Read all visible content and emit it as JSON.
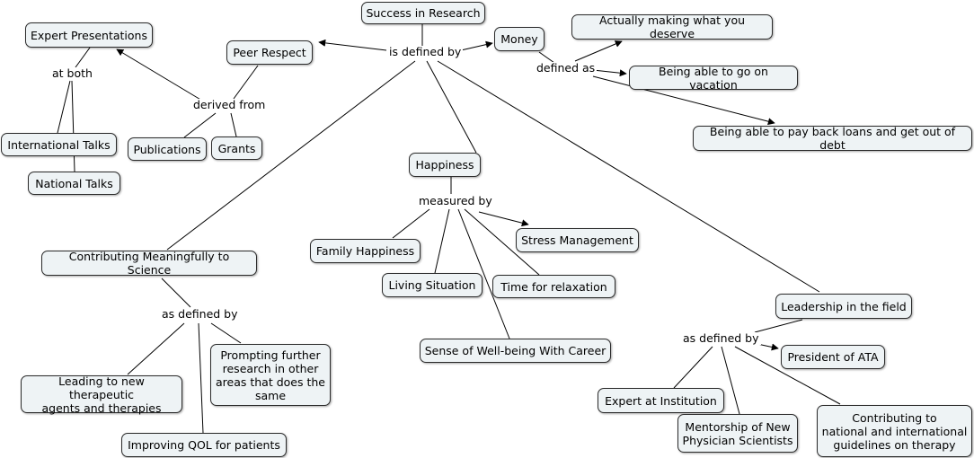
{
  "map": {
    "nodes": {
      "success": "Success in Research",
      "peer_respect": "Peer Respect",
      "money": "Money",
      "expert_presentations": "Expert Presentations",
      "international_talks": "International Talks",
      "national_talks": "National Talks",
      "publications": "Publications",
      "grants": "Grants",
      "actually_making": "Actually making what you deserve",
      "vacation": "Being able to go on vacation",
      "pay_back_loans": "Being able to pay back loans and get out of debt",
      "happiness": "Happiness",
      "family_happiness": "Family Happiness",
      "stress_management": "Stress Management",
      "living_situation": "Living Situation",
      "time_relaxation": "Time for relaxation",
      "well_being": "Sense of Well-being With Career",
      "contributing_science": "Contributing Meaningfully to Science",
      "new_agents": "Leading to new therapeutic\nagents and therapies",
      "prompting_research": "Prompting further\nresearch in other\nareas that does the\nsame",
      "improving_qol": "Improving QOL for patients",
      "leadership": "Leadership in the field",
      "president_ata": "President of ATA",
      "expert_institution": "Expert at Institution",
      "mentorship": "Mentorship of New\nPhysician Scientists",
      "guidelines": "Contributing to\nnational and international\nguidelines on therapy"
    },
    "link_labels": {
      "is_defined_by": "is defined by",
      "at_both": "at both",
      "derived_from": "derived from",
      "defined_as": "defined as",
      "measured_by": "measured by",
      "as_defined_by_science": "as defined by",
      "as_defined_by_leadership": "as defined by"
    },
    "colors": {
      "node_fill": "#eef3f5",
      "node_border": "#2b2b2b",
      "line": "#000000",
      "background": "#ffffff"
    }
  }
}
